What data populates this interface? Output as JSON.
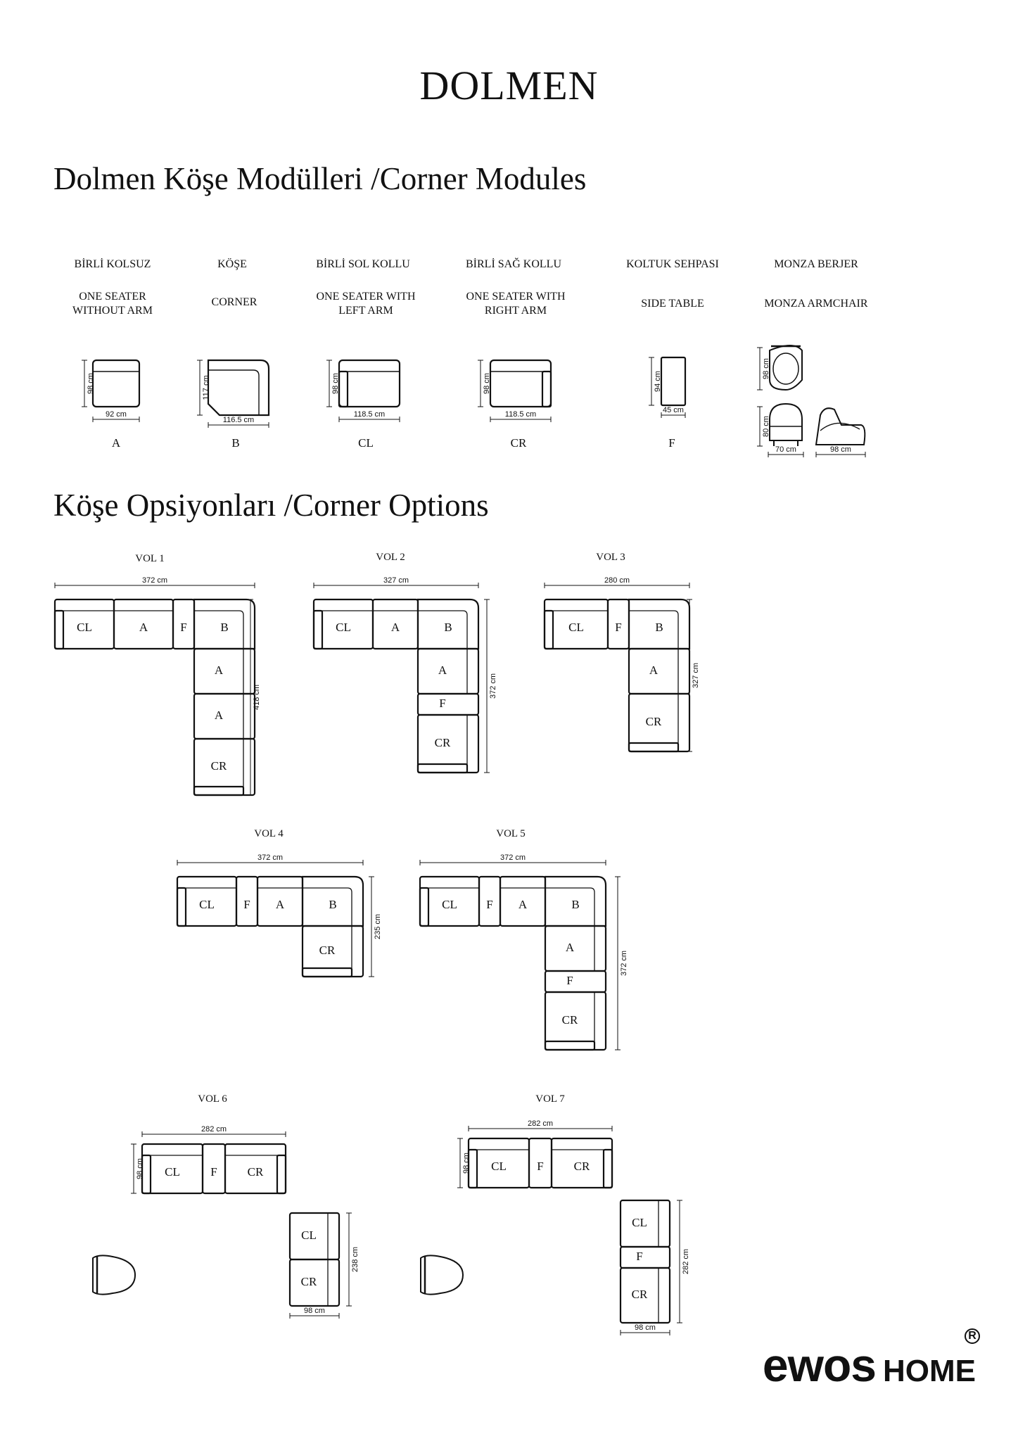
{
  "title": "DOLMEN",
  "sections": {
    "modules": "Dolmen Köşe Modülleri /Corner Modules",
    "options": "Köşe Opsiyonları /Corner Options"
  },
  "modules": [
    {
      "tr": "BİRLİ KOLSUZ",
      "en": "ONE SEATER WITHOUT ARM",
      "letter": "A",
      "width": "92 cm",
      "depth": "98 cm"
    },
    {
      "tr": "KÖŞE",
      "en": "CORNER",
      "letter": "B",
      "width": "116.5 cm",
      "depth": "117 cm"
    },
    {
      "tr": "BİRLİ SOL KOLLU",
      "en": "ONE SEATER WITH LEFT ARM",
      "letter": "CL",
      "width": "118.5 cm",
      "depth": "98 cm"
    },
    {
      "tr": "BİRLİ SAĞ KOLLU",
      "en": "ONE SEATER WITH RIGHT ARM",
      "letter": "CR",
      "width": "118.5 cm",
      "depth": "98 cm"
    },
    {
      "tr": "KOLTUK SEHPASI",
      "en": "SIDE TABLE",
      "letter": "F",
      "width": "45 cm",
      "depth": "94 cm"
    },
    {
      "tr": "MONZA BERJER",
      "en": "MONZA ARMCHAIR",
      "letter": "",
      "width": "70 cm",
      "depth": "98 cm",
      "height": "80 cm",
      "side": "98 cm"
    }
  ],
  "options": [
    {
      "name": "VOL 1",
      "width": "372 cm",
      "depth": "418 cm",
      "top": [
        "CL",
        "A",
        "F",
        "B"
      ],
      "down": [
        "A",
        "A",
        "CR"
      ]
    },
    {
      "name": "VOL 2",
      "width": "327 cm",
      "depth": "372 cm",
      "top": [
        "CL",
        "A",
        "B"
      ],
      "down": [
        "A",
        "F",
        "CR"
      ]
    },
    {
      "name": "VOL 3",
      "width": "280 cm",
      "depth": "327 cm",
      "top": [
        "CL",
        "F",
        "B"
      ],
      "down": [
        "A",
        "CR"
      ]
    },
    {
      "name": "VOL 4",
      "width": "372 cm",
      "depth": "235 cm",
      "top": [
        "CL",
        "F",
        "A",
        "B"
      ],
      "down": [
        "CR"
      ]
    },
    {
      "name": "VOL 5",
      "width": "372 cm",
      "depth": "372 cm",
      "top": [
        "CL",
        "F",
        "A",
        "B"
      ],
      "down": [
        "A",
        "F",
        "CR"
      ]
    },
    {
      "name": "VOL 6",
      "width": "282 cm",
      "depth": "98 cm",
      "row": [
        "CL",
        "F",
        "CR"
      ],
      "vert": [
        "CL",
        "CR"
      ],
      "vert_width": "98 cm",
      "vert_depth": "238 cm"
    },
    {
      "name": "VOL 7",
      "width": "282 cm",
      "depth": "98 cm",
      "row": [
        "CL",
        "F",
        "CR"
      ],
      "vert": [
        "CL",
        "F",
        "CR"
      ],
      "vert_width": "98 cm",
      "vert_depth": "282 cm"
    }
  ],
  "brand": {
    "main": "ewos",
    "sub": "HOME",
    "reg": "R"
  },
  "colors": {
    "ink": "#111111",
    "background": "#ffffff"
  }
}
